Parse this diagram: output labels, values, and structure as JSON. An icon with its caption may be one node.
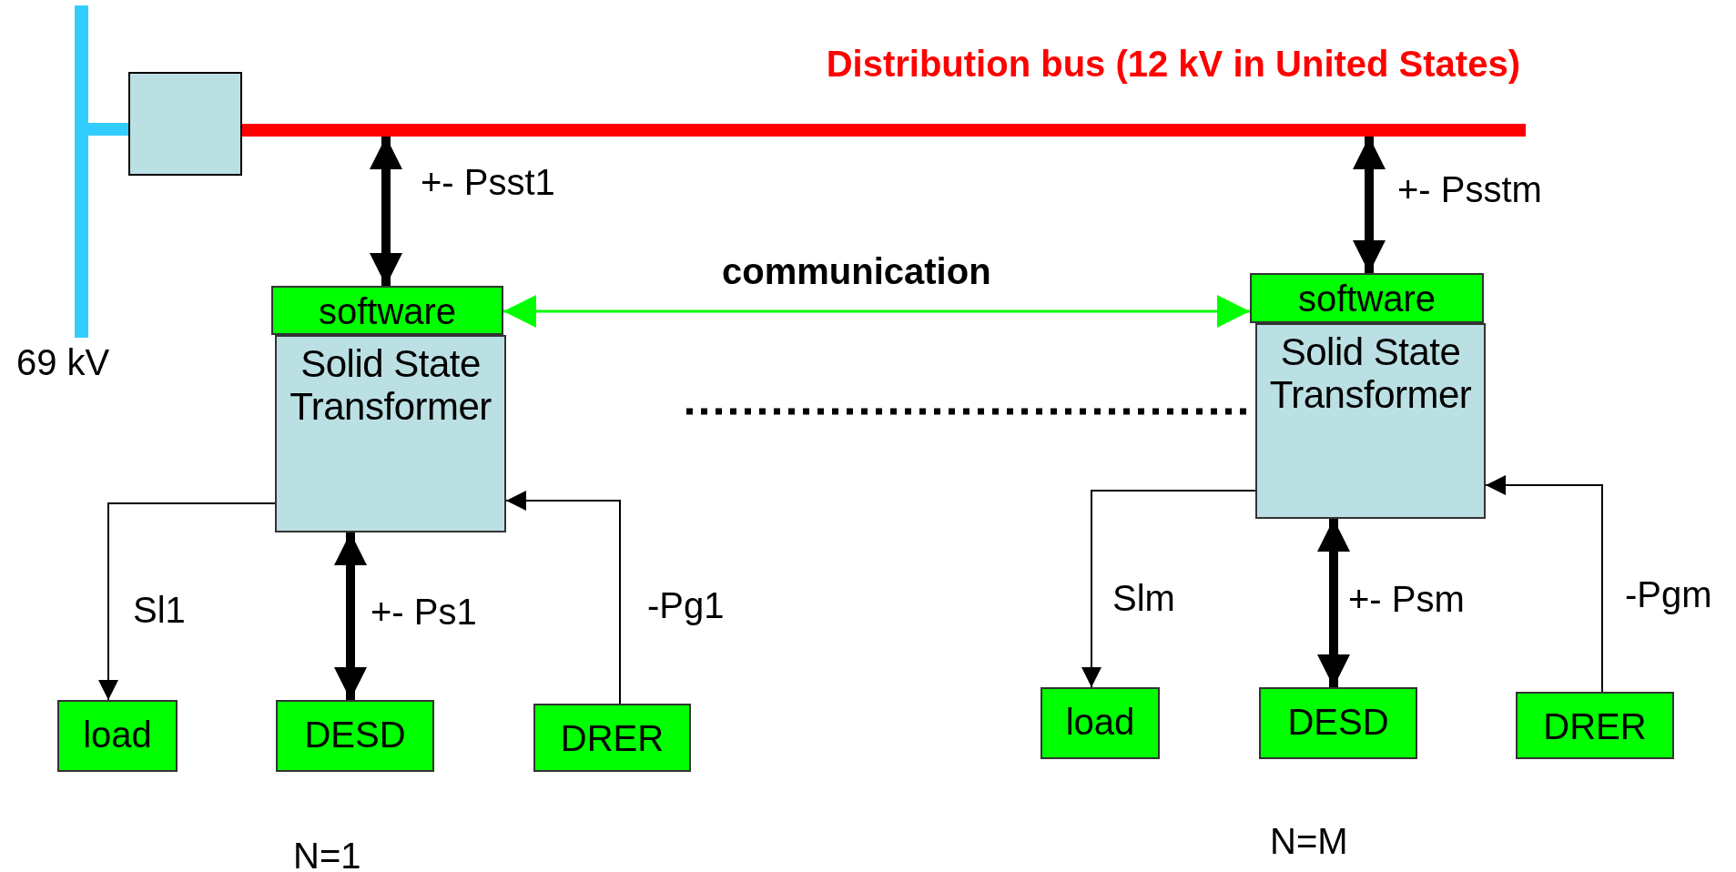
{
  "diagram": {
    "nodes": [
      {
        "text": [],
        "shape": "bar"
      },
      {
        "text": [
          "Distribution bus (12 kV in United States)"
        ]
      },
      {
        "text": [],
        "shape": "box"
      },
      {
        "text": [
          "software"
        ]
      },
      {
        "text": [
          "Solid State Transformer"
        ]
      },
      {
        "text": [
          "load"
        ]
      },
      {
        "text": [
          "DESD"
        ]
      },
      {
        "text": [
          "DRER"
        ]
      },
      {
        "text": [
          "software"
        ]
      },
      {
        "text": [
          "Solid State Transformer"
        ]
      },
      {
        "text": [
          "load"
        ]
      },
      {
        "text": [
          "DESD"
        ]
      },
      {
        "text": [
          "DRER"
        ]
      }
    ],
    "edges": [
      {
        "from": 0,
        "to": 2,
        "arrow": "none",
        "style": "thick",
        "color": "#33ccff"
      },
      {
        "from": 1,
        "to": 3,
        "arrow": "both",
        "label": "+- Psst1",
        "style": "thick"
      },
      {
        "from": 3,
        "to": 8,
        "arrow": "both",
        "label": "communication",
        "color": "#00ff00"
      },
      {
        "from": 4,
        "to": 5,
        "arrow": "to",
        "label": "Sl1"
      },
      {
        "from": 4,
        "to": 6,
        "arrow": "both",
        "label": "+- Ps1",
        "style": "thick"
      },
      {
        "from": 7,
        "to": 4,
        "arrow": "to",
        "label": "-Pg1"
      },
      {
        "from": 1,
        "to": 8,
        "arrow": "both",
        "label": "+- Psstm",
        "style": "thick"
      },
      {
        "from": 9,
        "to": 10,
        "arrow": "to",
        "label": "Slm"
      },
      {
        "from": 9,
        "to": 11,
        "arrow": "both",
        "label": "+- Psm",
        "style": "thick"
      },
      {
        "from": 12,
        "to": 9,
        "arrow": "to",
        "label": "-Pgm"
      }
    ],
    "labels": [
      "69 kV",
      "N=1",
      "N=M"
    ]
  }
}
